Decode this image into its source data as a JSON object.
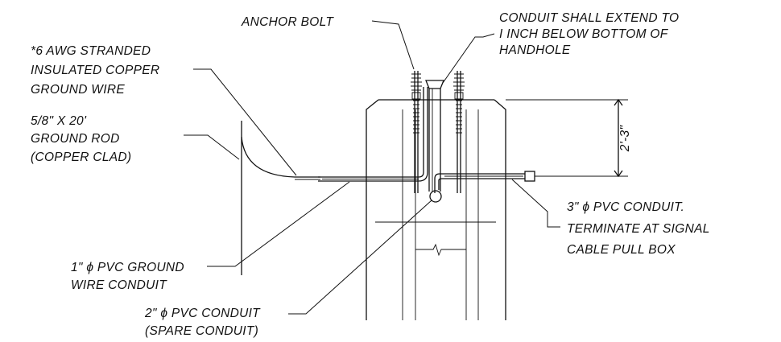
{
  "labels": {
    "anchor_bolt": "ANCHOR BOLT",
    "conduit_extend": [
      "CONDUIT SHALL EXTEND TO",
      "I INCH BELOW BOTTOM OF",
      "HANDHOLE"
    ],
    "ground_wire": [
      "*6 AWG STRANDED",
      "INSULATED COPPER",
      "GROUND WIRE"
    ],
    "ground_rod": [
      "5/8\" X 20'",
      "GROUND ROD",
      "(COPPER CLAD)"
    ],
    "pvc_3in": [
      "3\" ϕ  PVC CONDUIT.",
      "TERMINATE AT SIGNAL",
      "CABLE PULL BOX"
    ],
    "pvc_1in": [
      "1\" ϕ  PVC GROUND",
      "WIRE CONDUIT"
    ],
    "pvc_2in": [
      "2\" ϕ  PVC CONDUIT",
      "(SPARE CONDUIT)"
    ],
    "dimension": "2'-3\""
  }
}
